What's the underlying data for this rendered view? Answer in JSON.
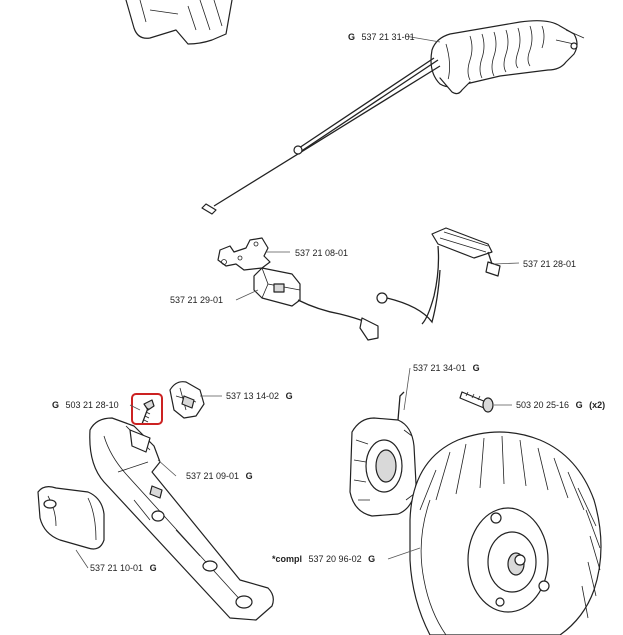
{
  "labels": {
    "throttle_handle": {
      "prefix": "G",
      "number": "537 21 31-01",
      "suffix": ""
    },
    "stop_bracket": {
      "prefix": "",
      "number": "537 21 08-01",
      "suffix": ""
    },
    "switch": {
      "prefix": "",
      "number": "537 21 29-01",
      "suffix": ""
    },
    "ground_cable": {
      "prefix": "",
      "number": "537 21 28-01",
      "suffix": ""
    },
    "screw_small": {
      "prefix": "G",
      "number": "503 21 28-10",
      "suffix": ""
    },
    "bracket": {
      "prefix": "",
      "number": "537 13 14-02",
      "suffix": "G"
    },
    "handle_support": {
      "prefix": "",
      "number": "537 21 09-01",
      "suffix": "G"
    },
    "handle_cover": {
      "prefix": "",
      "number": "537 21 10-01",
      "suffix": "G"
    },
    "ignition_module": {
      "prefix": "",
      "number": "537 21 34-01",
      "suffix": "G"
    },
    "screw_ignition": {
      "prefix": "",
      "number": "503 20 25-16",
      "suffix": "G",
      "qty": "(x2)"
    },
    "flywheel": {
      "prefix": "*compl",
      "number": "537 20 96-02",
      "suffix": "G"
    }
  },
  "highlight": {
    "target": "screw_small",
    "color": "#cc2222"
  },
  "colors": {
    "line": "#222222",
    "leader": "#555555",
    "fill": "#d9d9d9"
  }
}
